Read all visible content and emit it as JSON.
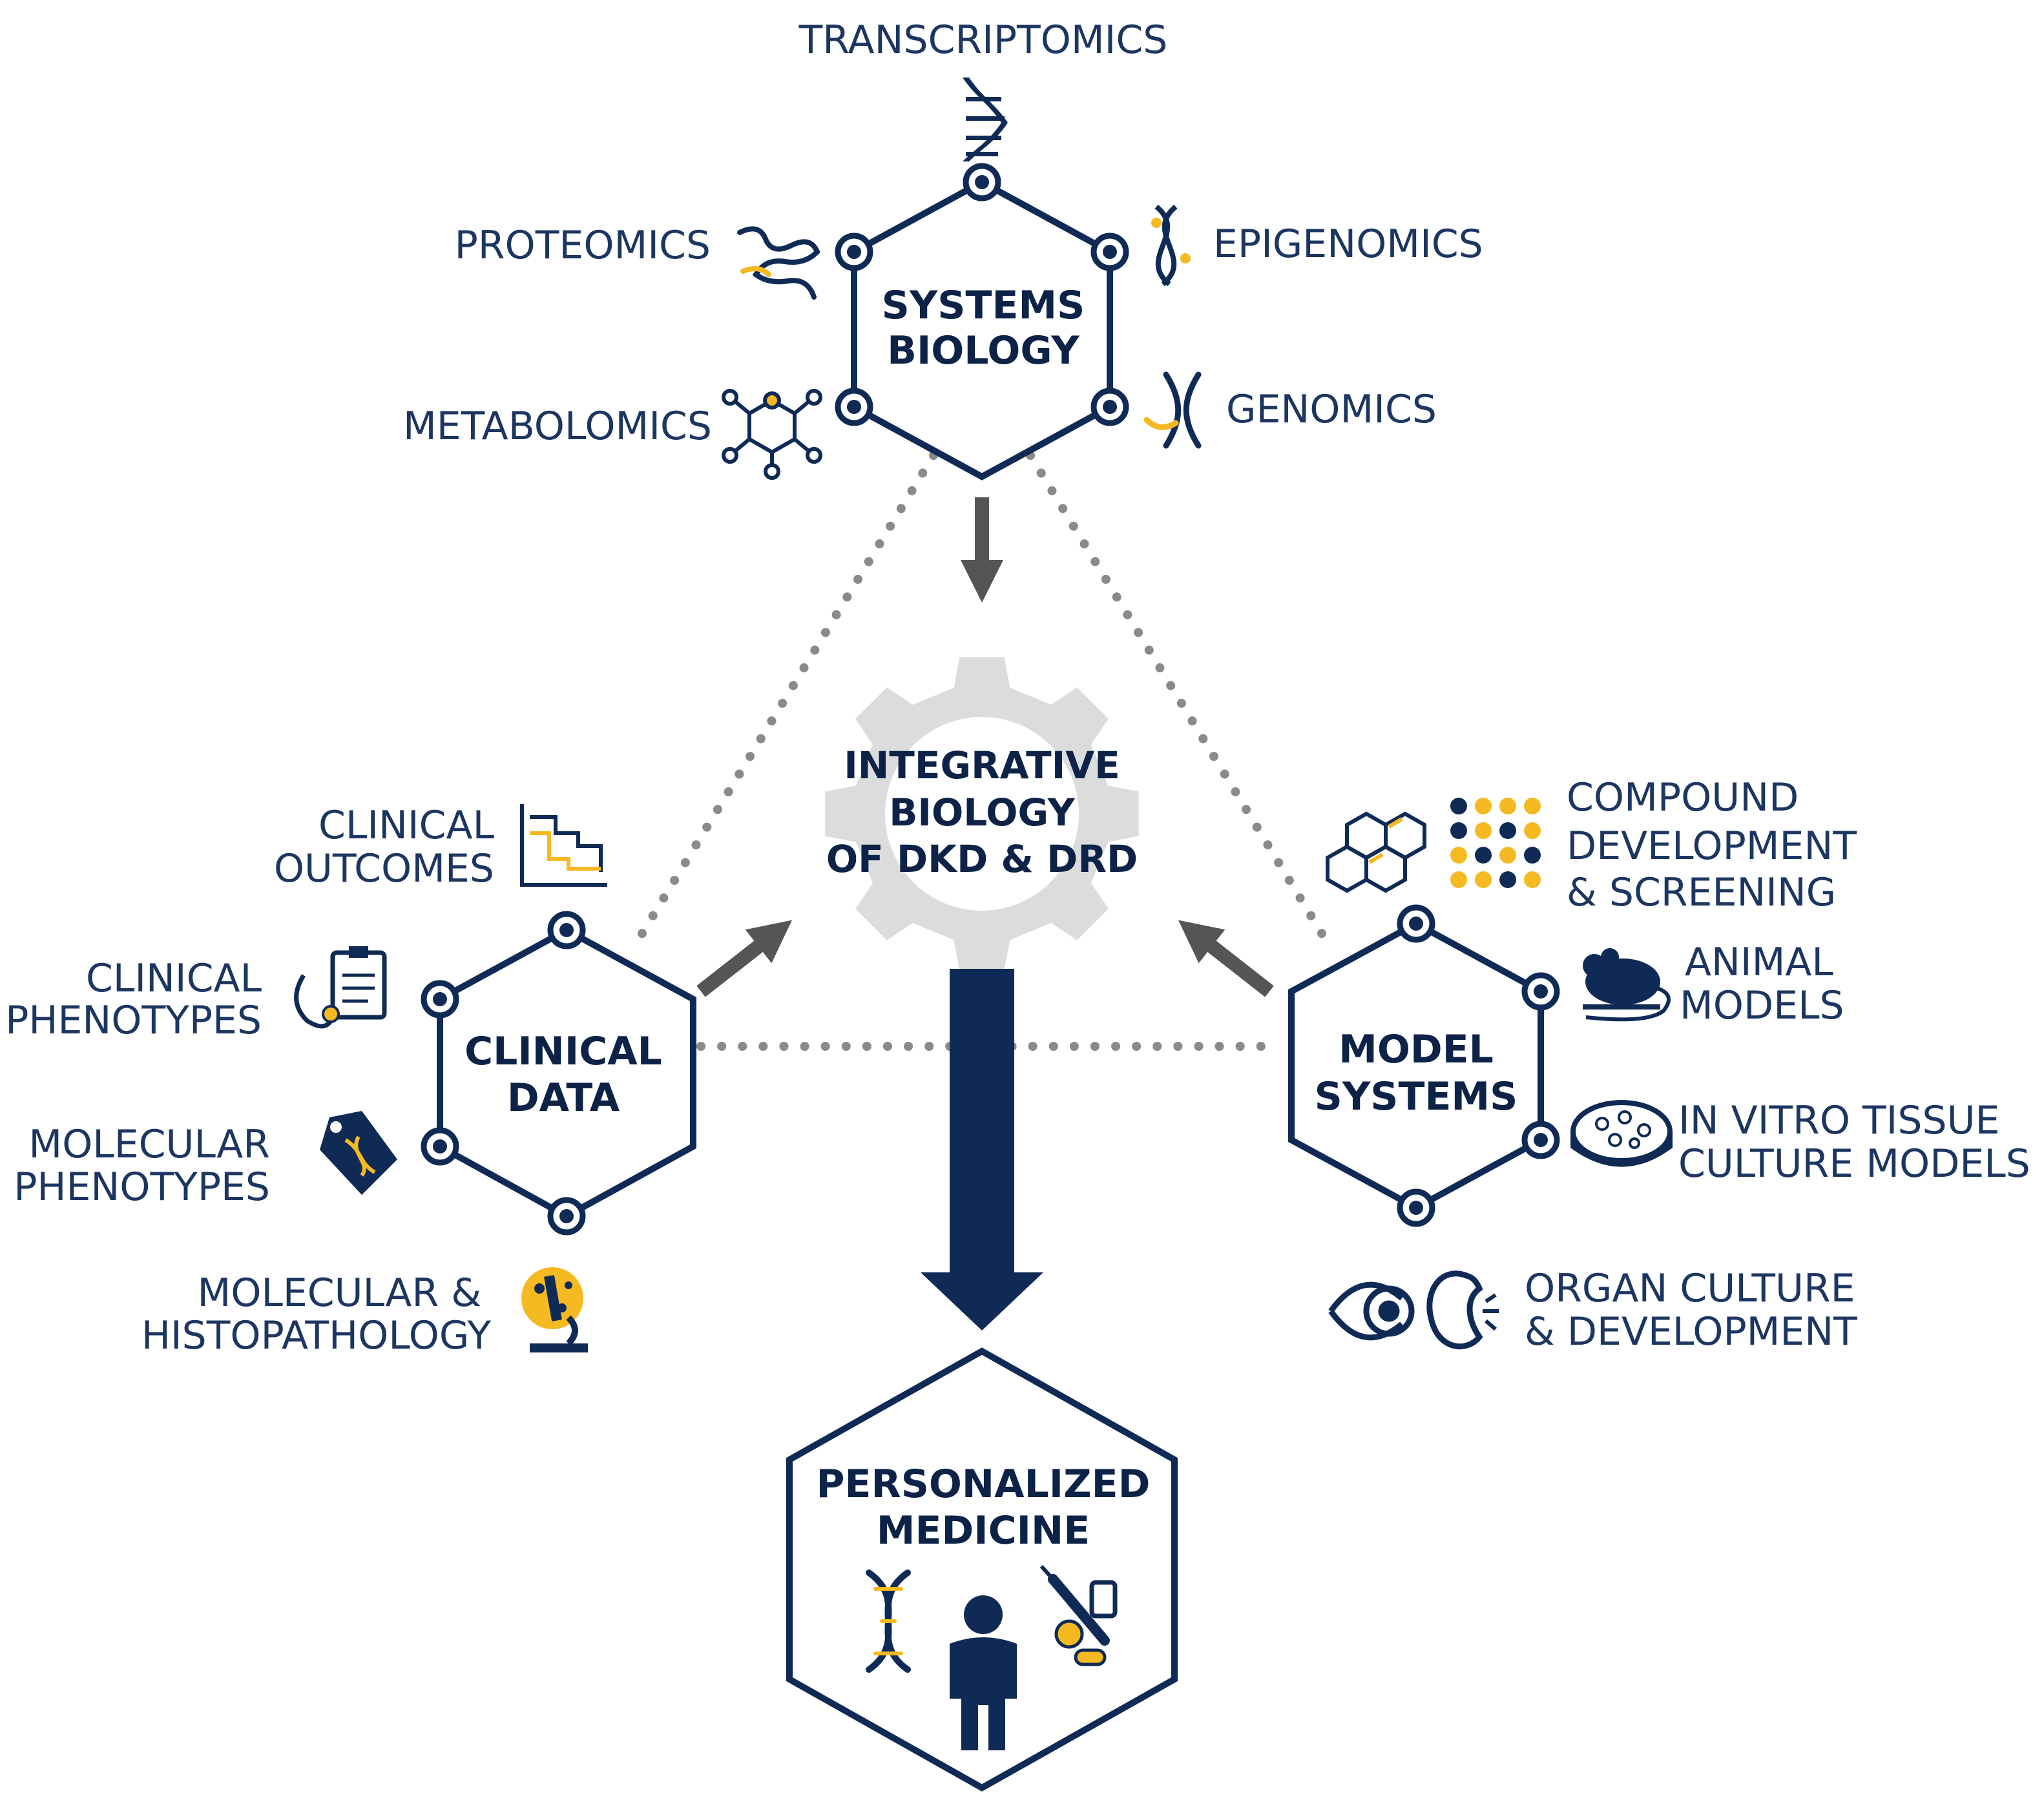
{
  "colors": {
    "navy": "#0f2a55",
    "gold": "#f5b921",
    "gear": "#dcdcdc",
    "arrow": "#555555",
    "dots": "#8a8a8a"
  },
  "center": {
    "line1": "INTEGRATIVE",
    "line2": "BIOLOGY",
    "line3": "OF DKD & DRD"
  },
  "systems_biology": {
    "line1": "SYSTEMS",
    "line2": "BIOLOGY",
    "transcriptomics": "TRANSCRIPTOMICS",
    "proteomics": "PROTEOMICS",
    "epigenomics": "EPIGENOMICS",
    "metabolomics": "METABOLOMICS",
    "genomics": "GENOMICS"
  },
  "clinical_data": {
    "line1": "CLINICAL",
    "line2": "DATA",
    "outcomes": [
      "CLINICAL",
      "OUTCOMES"
    ],
    "phenotypes": [
      "CLINICAL",
      "PHENOTYPES"
    ],
    "molecular_phenotypes": [
      "MOLECULAR",
      "PHENOTYPES"
    ],
    "histopathology": [
      "MOLECULAR &",
      "HISTOPATHOLOGY"
    ]
  },
  "model_systems": {
    "line1": "MODEL",
    "line2": "SYSTEMS",
    "compound": [
      "COMPOUND",
      "DEVELOPMENT",
      "& SCREENING"
    ],
    "animal": [
      "ANIMAL",
      "MODELS"
    ],
    "in_vitro": [
      "IN VITRO TISSUE",
      "CULTURE MODELS"
    ],
    "organ": [
      "ORGAN CULTURE",
      "& DEVELOPMENT"
    ]
  },
  "personalized": {
    "line1": "PERSONALIZED",
    "line2": "MEDICINE"
  },
  "icons": [
    "dna-helix-icon",
    "protein-icon",
    "epigenome-icon",
    "molecule-network-icon",
    "chromosome-icon",
    "survival-chart-icon",
    "stethoscope-clipboard-icon",
    "dna-tag-icon",
    "microscope-icon",
    "hexagon-molecule-icon",
    "dot-grid-icon",
    "mouse-icon",
    "petri-dish-icon",
    "eye-icon",
    "kidney-icon",
    "person-icon",
    "syringe-pill-icon",
    "gear-icon"
  ]
}
